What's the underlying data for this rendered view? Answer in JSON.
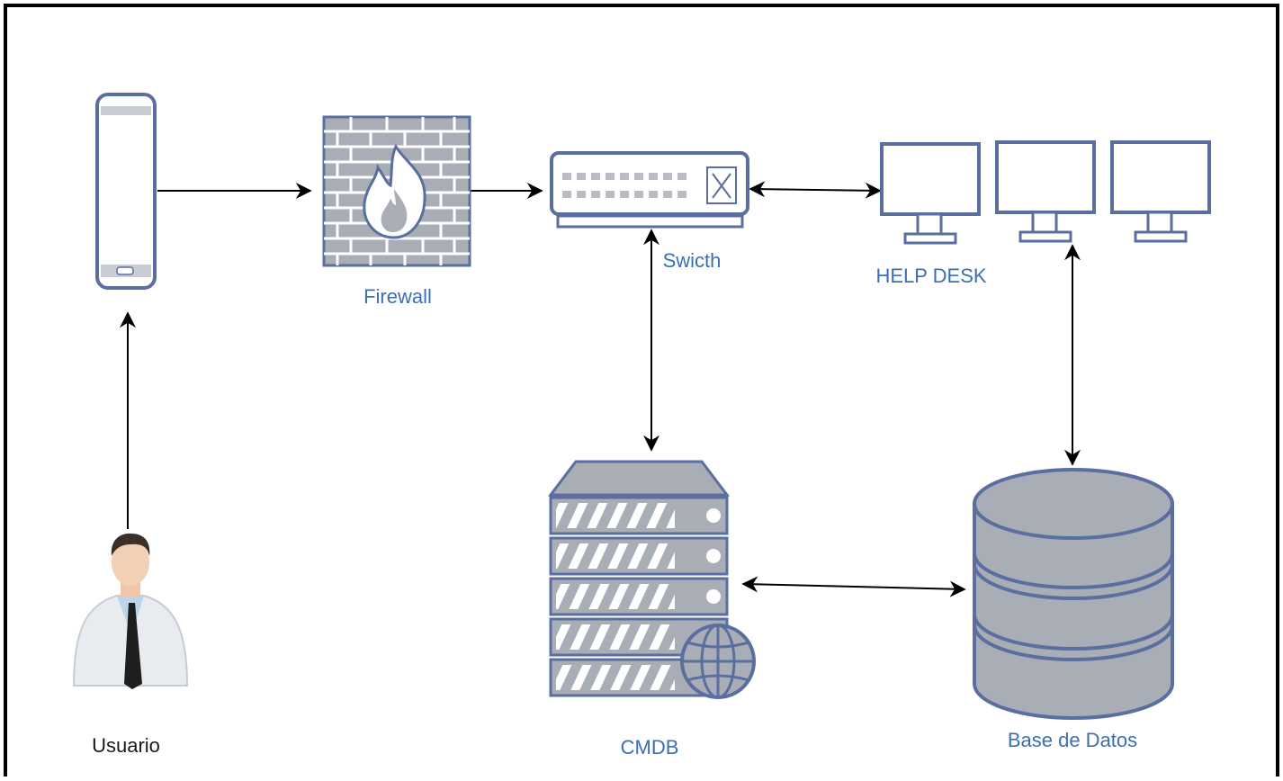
{
  "labels": {
    "usuario": "Usuario",
    "firewall": "Firewall",
    "switch": "Swicth",
    "help_desk": "HELP DESK",
    "cmdb": "CMDB",
    "base_de_datos": "Base de Datos"
  },
  "colors": {
    "icon_stroke": "#5a6fa0",
    "icon_fill": "#ffffff",
    "icon_fill_dark": "#a8adb6",
    "label_blue": "#3a6fb8",
    "arrow": "#000000",
    "border": "#000000"
  },
  "nodes": [
    {
      "id": "usuario",
      "icon": "person-icon"
    },
    {
      "id": "phone",
      "icon": "smartphone-icon"
    },
    {
      "id": "firewall",
      "icon": "firewall-icon"
    },
    {
      "id": "switch",
      "icon": "network-switch-icon"
    },
    {
      "id": "help_desk",
      "icon": "monitor-icon"
    },
    {
      "id": "cmdb",
      "icon": "server-rack-icon"
    },
    {
      "id": "base_de_datos",
      "icon": "database-icon"
    }
  ],
  "edges": [
    {
      "from": "usuario",
      "to": "phone",
      "direction": "forward"
    },
    {
      "from": "phone",
      "to": "firewall",
      "direction": "forward"
    },
    {
      "from": "firewall",
      "to": "switch",
      "direction": "forward"
    },
    {
      "from": "switch",
      "to": "help_desk",
      "direction": "both"
    },
    {
      "from": "switch",
      "to": "cmdb",
      "direction": "both"
    },
    {
      "from": "help_desk",
      "to": "base_de_datos",
      "direction": "both"
    },
    {
      "from": "cmdb",
      "to": "base_de_datos",
      "direction": "both"
    }
  ]
}
